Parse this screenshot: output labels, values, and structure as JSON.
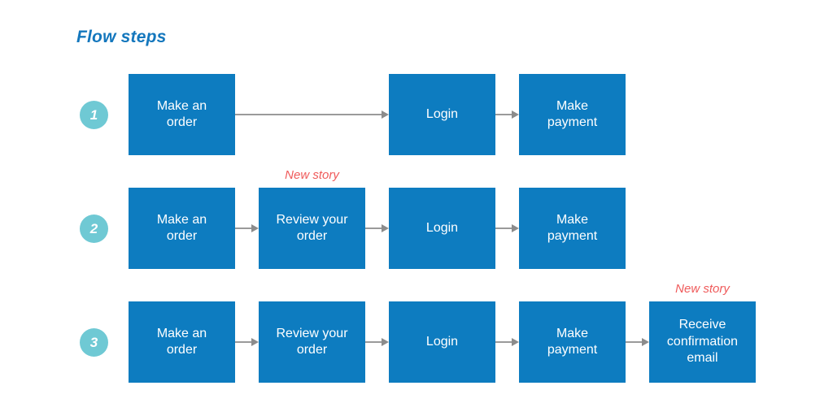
{
  "title": "Flow steps",
  "theme": {
    "title_color": "#1477bd",
    "node_fill": "#0d7cc0",
    "node_text": "#ffffff",
    "badge_fill": "#6fc9d4",
    "badge_text": "#ffffff",
    "annotation_color": "#ef5a5a",
    "connector_color": "#9a9a9a",
    "background": "#ffffff"
  },
  "diagram": {
    "type": "flow",
    "rows": [
      {
        "step_number": "1",
        "nodes": [
          {
            "label": "Make an\norder",
            "column": 1
          },
          {
            "label": "Login",
            "column": 3
          },
          {
            "label": "Make\npayment",
            "column": 4
          }
        ],
        "annotation": null
      },
      {
        "step_number": "2",
        "nodes": [
          {
            "label": "Make an\norder",
            "column": 1
          },
          {
            "label": "Review your\norder",
            "column": 2
          },
          {
            "label": "Login",
            "column": 3
          },
          {
            "label": "Make\npayment",
            "column": 4
          }
        ],
        "annotation": {
          "label": "New story",
          "above_column": 2
        }
      },
      {
        "step_number": "3",
        "nodes": [
          {
            "label": "Make an\norder",
            "column": 1
          },
          {
            "label": "Review your\norder",
            "column": 2
          },
          {
            "label": "Login",
            "column": 3
          },
          {
            "label": "Make\npayment",
            "column": 4
          },
          {
            "label": "Receive\nconfirmation\nemail",
            "column": 5
          }
        ],
        "annotation": {
          "label": "New story",
          "above_column": 5
        }
      }
    ]
  }
}
